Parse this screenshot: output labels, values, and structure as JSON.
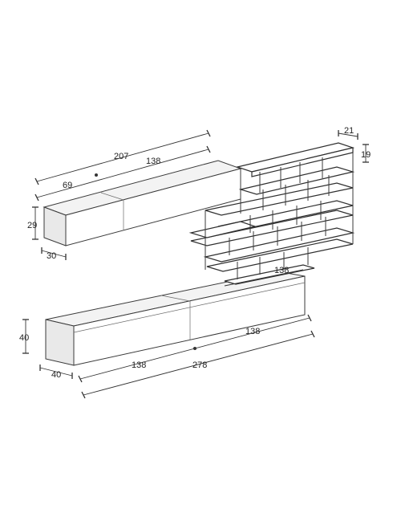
{
  "dimensions": {
    "wall_total_width": "207",
    "wall_long_segment": "138",
    "wall_short_segment": "69",
    "wall_height": "29",
    "wall_depth": "30",
    "shelf_depth": "21",
    "shelf_height": "19",
    "shelf_width": "138",
    "base_height": "40",
    "base_depth": "40",
    "base_left_segment": "138",
    "base_right_segment": "138",
    "base_total_width": "278"
  }
}
